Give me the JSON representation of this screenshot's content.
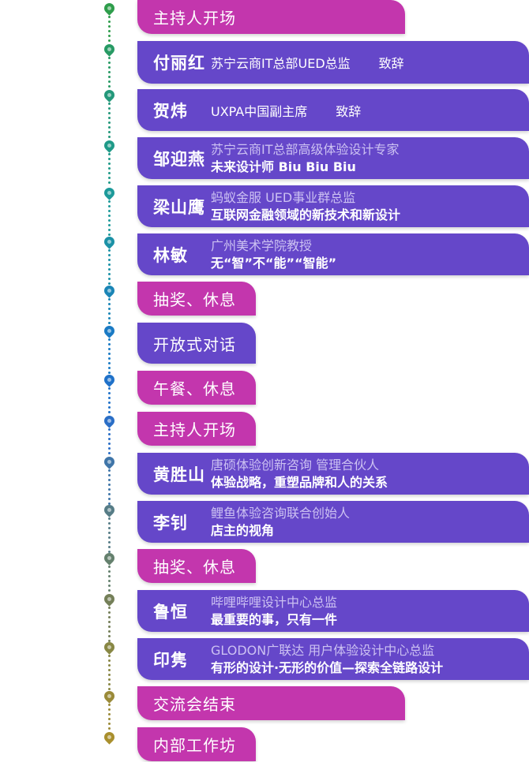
{
  "colors": {
    "host_block": "#c336ad",
    "speaker_block": "#6547c9",
    "pins": [
      "#2e9d4b",
      "#279a64",
      "#23987a",
      "#1f9a88",
      "#1d9a9a",
      "#1b91a6",
      "#1a85b6",
      "#1a7ac4",
      "#1f71c9",
      "#2a6ec6",
      "#3f75a8",
      "#567c86",
      "#64806d",
      "#747f58",
      "#888744",
      "#9a8a38",
      "#a98f2d"
    ]
  },
  "agenda": [
    {
      "type": "simple",
      "style": "magenta",
      "label": "主持人开场"
    },
    {
      "type": "inline",
      "style": "violet",
      "name": "付丽红",
      "role": "苏宁云商IT总部UED总监",
      "topic": "致辞"
    },
    {
      "type": "inline",
      "style": "violet",
      "name": "贺炜",
      "role": "UXPA中国副主席",
      "topic": "致辞"
    },
    {
      "type": "speaker",
      "style": "violet",
      "name": "邹迎燕",
      "role": "苏宁云商IT总部高级体验设计专家",
      "topic": "未来设计师 Biu Biu Biu"
    },
    {
      "type": "speaker",
      "style": "violet",
      "name": "梁山鹰",
      "role": "蚂蚁金服  UED事业群总监",
      "topic": "互联网金融领域的新技术和新设计"
    },
    {
      "type": "speaker",
      "style": "violet",
      "name": "林敏",
      "role": "广州美术学院教授",
      "topic": "无“智”不“能”“智能”"
    },
    {
      "type": "simple",
      "style": "magenta",
      "label": "抽奖、休息"
    },
    {
      "type": "simple",
      "style": "violet",
      "label": "开放式对话"
    },
    {
      "type": "simple",
      "style": "magenta",
      "label": "午餐、休息"
    },
    {
      "type": "simple",
      "style": "magenta",
      "label": "主持人开场"
    },
    {
      "type": "speaker",
      "style": "violet",
      "name": "黄胜山",
      "role": "唐硕体验创新咨询  管理合伙人",
      "topic": "体验战略，重塑品牌和人的关系"
    },
    {
      "type": "speaker",
      "style": "violet",
      "name": "李钊",
      "role": "鲤鱼体验咨询联合创始人",
      "topic": "店主的视角"
    },
    {
      "type": "simple",
      "style": "magenta",
      "label": "抽奖、休息"
    },
    {
      "type": "speaker",
      "style": "violet",
      "name": "鲁恒",
      "role": "哔哩哔哩设计中心总监",
      "topic": "最重要的事，只有一件"
    },
    {
      "type": "speaker",
      "style": "violet",
      "name": "印隽",
      "role": "GLODON广联达  用户体验设计中心总监",
      "topic": "有形的设计·无形的价值—探索全链路设计"
    },
    {
      "type": "simple",
      "style": "magenta",
      "label": "交流会结束"
    },
    {
      "type": "simple",
      "style": "magenta",
      "label": "内部工作坊"
    }
  ]
}
